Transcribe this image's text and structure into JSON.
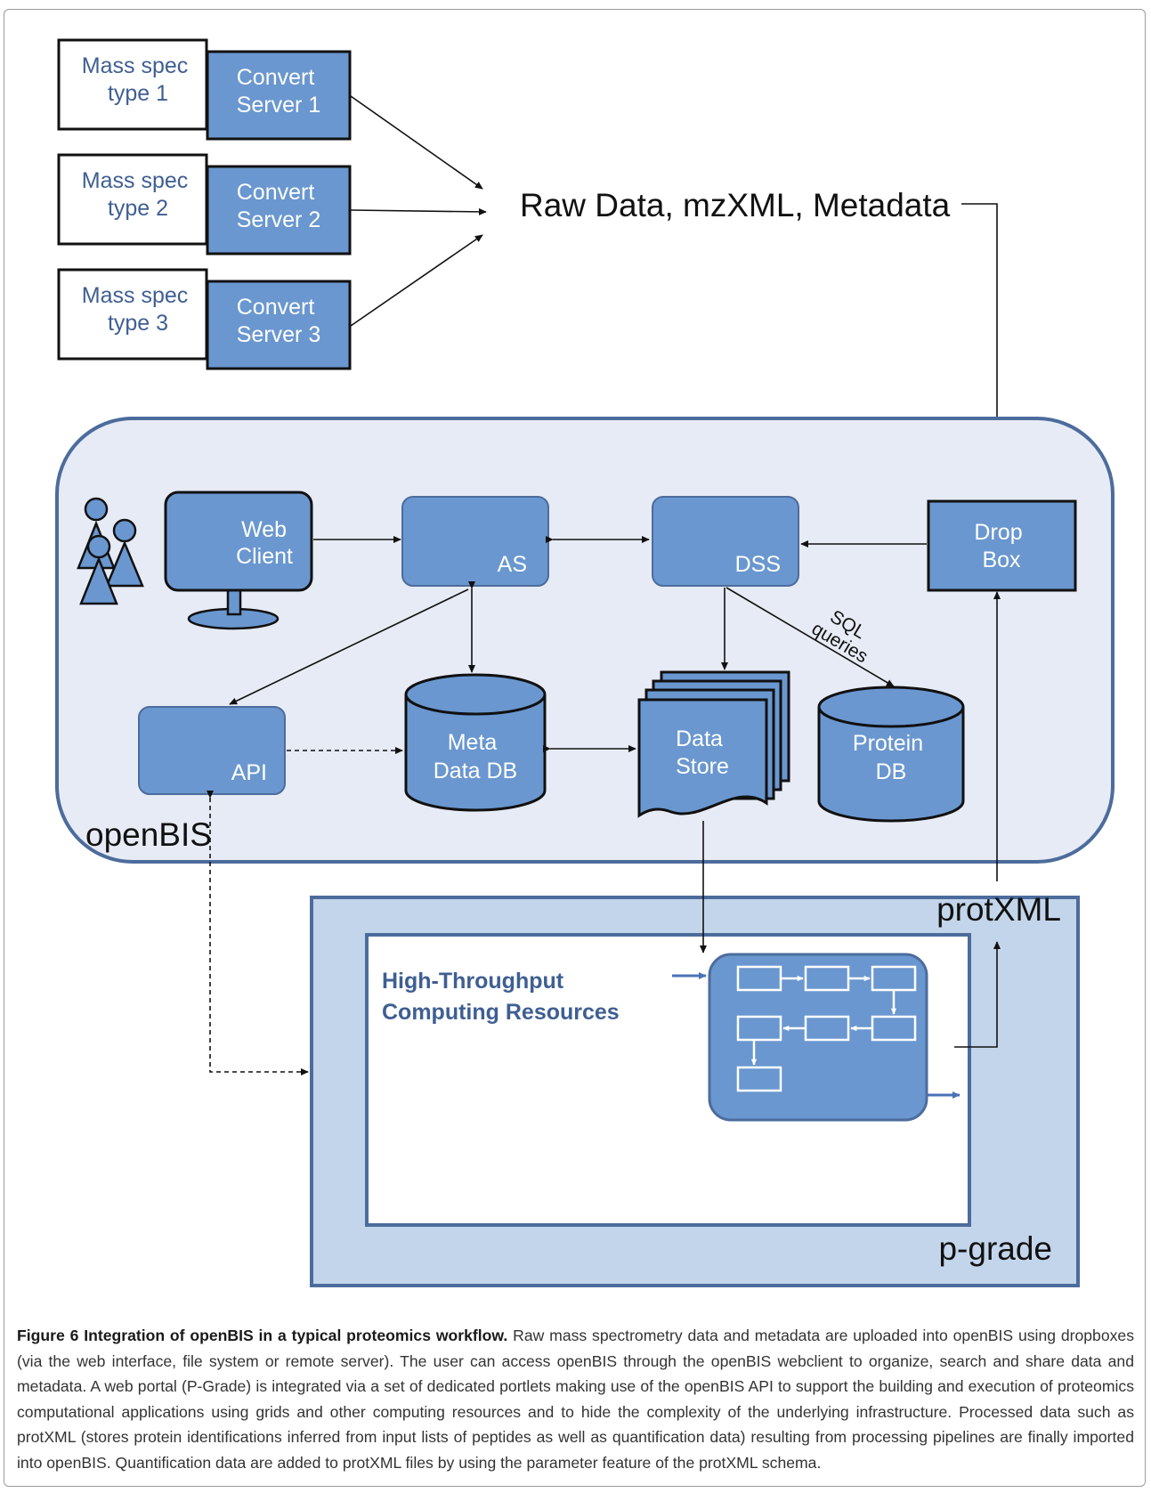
{
  "diagram": {
    "ms_type_1": [
      "Mass spec",
      "type 1"
    ],
    "ms_type_2": [
      "Mass spec",
      "type 2"
    ],
    "ms_type_3": [
      "Mass spec",
      "type 3"
    ],
    "convert_1": [
      "Convert",
      "Server 1"
    ],
    "convert_2": [
      "Convert",
      "Server 2"
    ],
    "convert_3": [
      "Convert",
      "Server 3"
    ],
    "raw_data": "Raw Data, mzXML, Metadata",
    "web_client": [
      "Web",
      "Client"
    ],
    "as": "AS",
    "dss": "DSS",
    "drop_box": [
      "Drop",
      "Box"
    ],
    "sql_queries": [
      "SQL",
      "queries"
    ],
    "api": "API",
    "meta_data_db": [
      "Meta",
      "Data DB"
    ],
    "data_store": [
      "Data",
      "Store"
    ],
    "protein_db": [
      "Protein",
      "DB"
    ],
    "openbis": "openBIS",
    "protxml": "protXML",
    "htc_resources": [
      "High-Throughput",
      "Computing Resources"
    ],
    "p_grade": "p-grade"
  },
  "colors": {
    "box_fill": "#6a97cf",
    "box_stroke": "#1f3b5e",
    "openbis_bg": "#e7ebf5",
    "openbis_stroke": "#4c6c9c",
    "pgrade_bg": "#c3d5eb",
    "pgrade_stroke": "#4c6c9c",
    "label_blue": "#3f5f92",
    "line": "#111111"
  },
  "caption": {
    "title": "Figure 6 Integration of openBIS in a typical proteomics workflow.",
    "body": " Raw mass spectrometry data and metadata are uploaded into openBIS using dropboxes (via the web interface, file system or remote server). The user can access openBIS through the openBIS webclient to organize, search and share data and metadata. A web portal (P-Grade) is integrated via a set of dedicated portlets making use of the openBIS API to support the building and execution of proteomics computational applications using grids and other computing resources and to hide the complexity of the underlying infrastructure. Processed data such as protXML (stores protein identifications inferred from input lists of peptides as well as quantification data) resulting from processing pipelines are finally imported into openBIS. Quantification data are added to protXML files by using the parameter feature of the protXML schema."
  }
}
